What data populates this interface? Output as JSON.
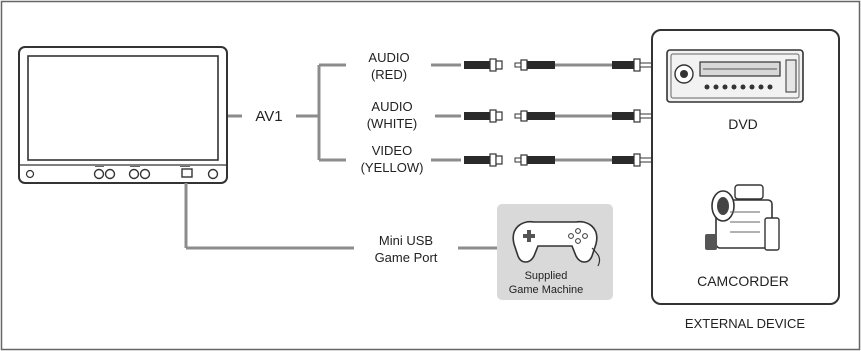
{
  "cable_labels": {
    "av1": "AV1",
    "audio_red": [
      "AUDIO",
      "(RED)"
    ],
    "audio_white": [
      "AUDIO",
      "(WHITE)"
    ],
    "video_yellow": [
      "VIDEO",
      "(YELLOW)"
    ],
    "usb": [
      "Mini USB",
      "Game Port"
    ]
  },
  "devices": {
    "dvd": "DVD",
    "camcorder": "CAMCORDER",
    "game_machine": [
      "Supplied",
      "Game Machine"
    ]
  },
  "group_label": "EXTERNAL DEVICE",
  "colors": {
    "line": "#8c8c8c",
    "device_panel_border": "#333333",
    "game_panel_fill": "#d9d9d9",
    "text": "#222222"
  }
}
